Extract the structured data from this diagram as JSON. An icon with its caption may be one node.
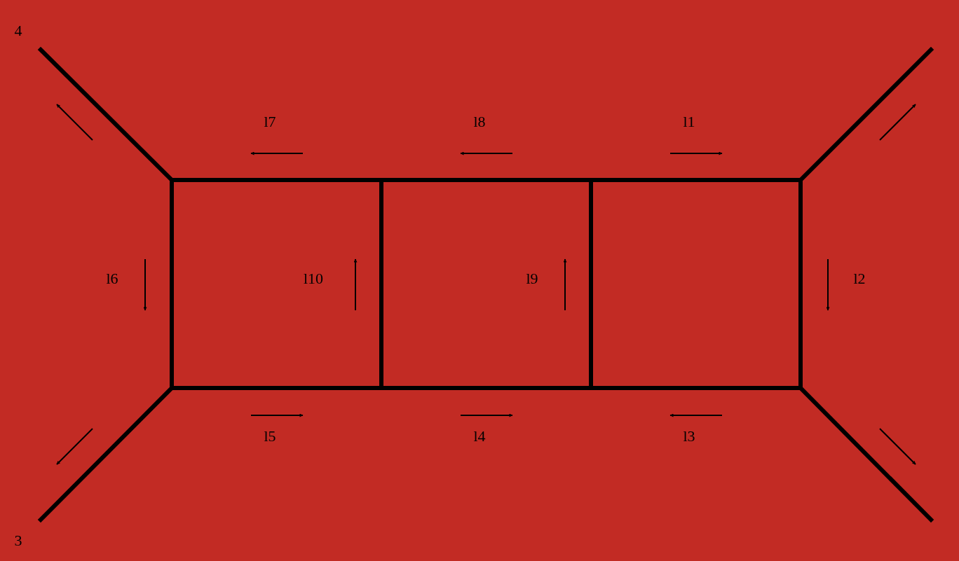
{
  "diagram": {
    "labels": [
      "4",
      "l7",
      "l8",
      "l1",
      "l6",
      "l10",
      "l9",
      "l2",
      "l5",
      "l4",
      "l3",
      "3"
    ]
  }
}
